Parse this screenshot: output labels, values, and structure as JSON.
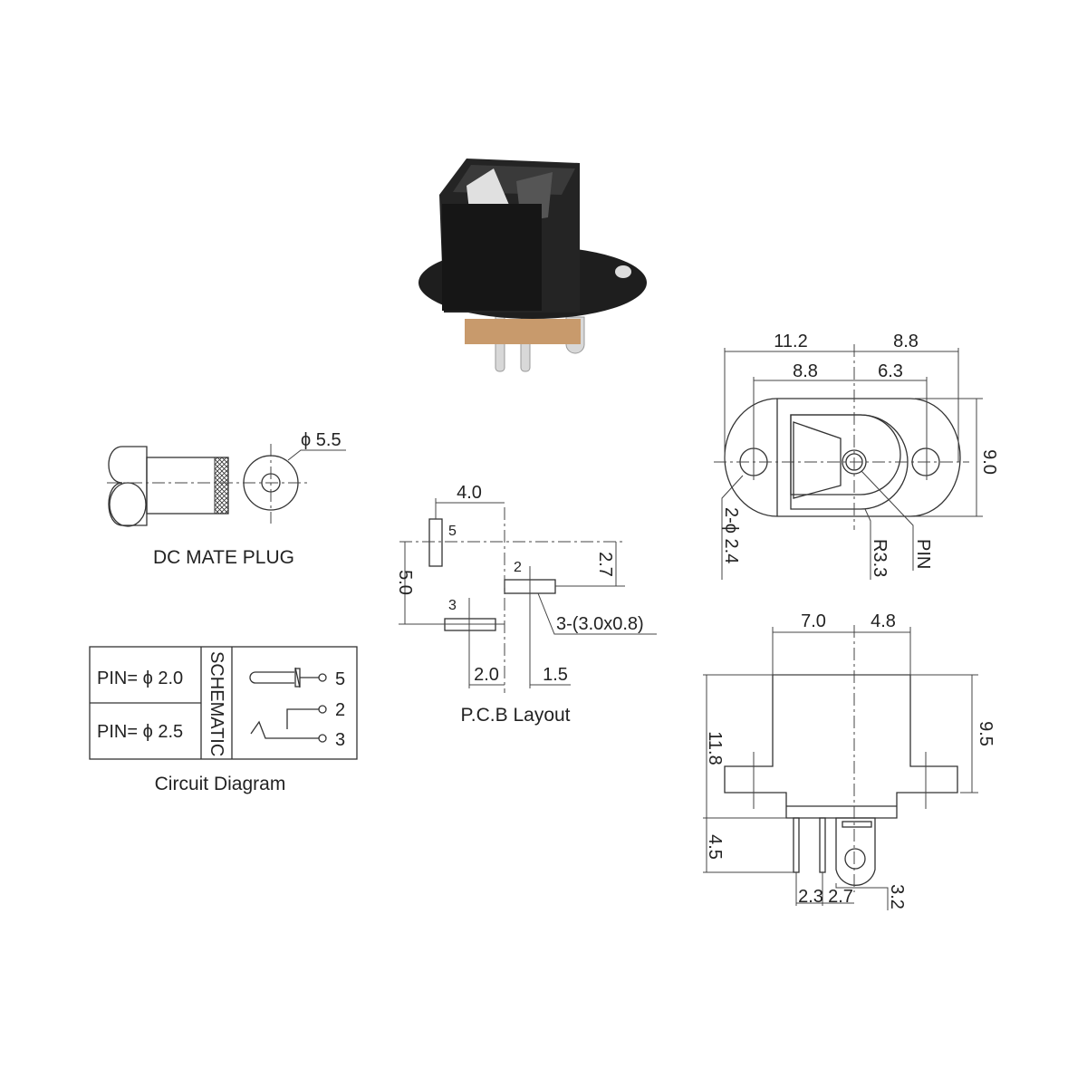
{
  "plug": {
    "diameter": "ϕ 5.5",
    "title": "DC MATE PLUG"
  },
  "circuit": {
    "pin1": "PIN= ϕ 2.0",
    "pin2": "PIN= ϕ 2.5",
    "schematic": "SCHEMATIC",
    "terminals": [
      "5",
      "2",
      "3"
    ],
    "title": "Circuit Diagram"
  },
  "pcb": {
    "dim_top": "4.0",
    "dim_left": "5.0",
    "dim_right": "2.7",
    "dim_bottom_left": "2.0",
    "dim_bottom_right": "1.5",
    "pad_note": "3-(3.0x0.8)",
    "pins": [
      "5",
      "2",
      "3"
    ],
    "title": "P.C.B Layout"
  },
  "top_view": {
    "dim_a": "11.2",
    "dim_b": "8.8",
    "dim_c": "8.8",
    "dim_d": "6.3",
    "dim_height": "9.0",
    "holes": "2-ϕ 2.4",
    "radius": "R3.3",
    "pin": "PIN"
  },
  "side_view": {
    "dim_a": "7.0",
    "dim_b": "4.8",
    "dim_body": "9.5",
    "dim_total": "11.8",
    "dim_pin": "4.5",
    "dim_p1": "2.3",
    "dim_p2": "2.7",
    "dim_p3": "3.2"
  },
  "colors": {
    "body": "#1a1a1a",
    "base": "#c89a6c",
    "pins": "#d8d8d8"
  }
}
